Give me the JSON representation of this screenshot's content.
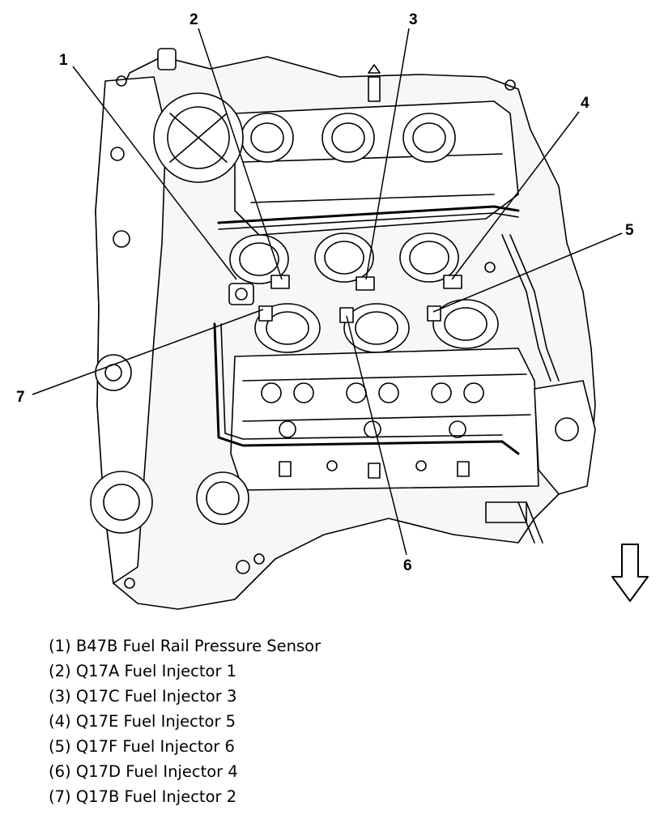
{
  "callouts": [
    {
      "number": "1",
      "text": "(1) B47B Fuel Rail Pressure Sensor"
    },
    {
      "number": "2",
      "text": "(2) Q17A Fuel Injector 1"
    },
    {
      "number": "3",
      "text": "(3) Q17C Fuel Injector 3"
    },
    {
      "number": "4",
      "text": "(4) Q17E Fuel Injector 5"
    },
    {
      "number": "5",
      "text": "(5) Q17F Fuel Injector 6"
    },
    {
      "number": "6",
      "text": "(6) Q17D Fuel Injector 4"
    },
    {
      "number": "7",
      "text": "(7) Q17B Fuel Injector 2"
    }
  ],
  "direction_arrow": "arrow-down-icon"
}
